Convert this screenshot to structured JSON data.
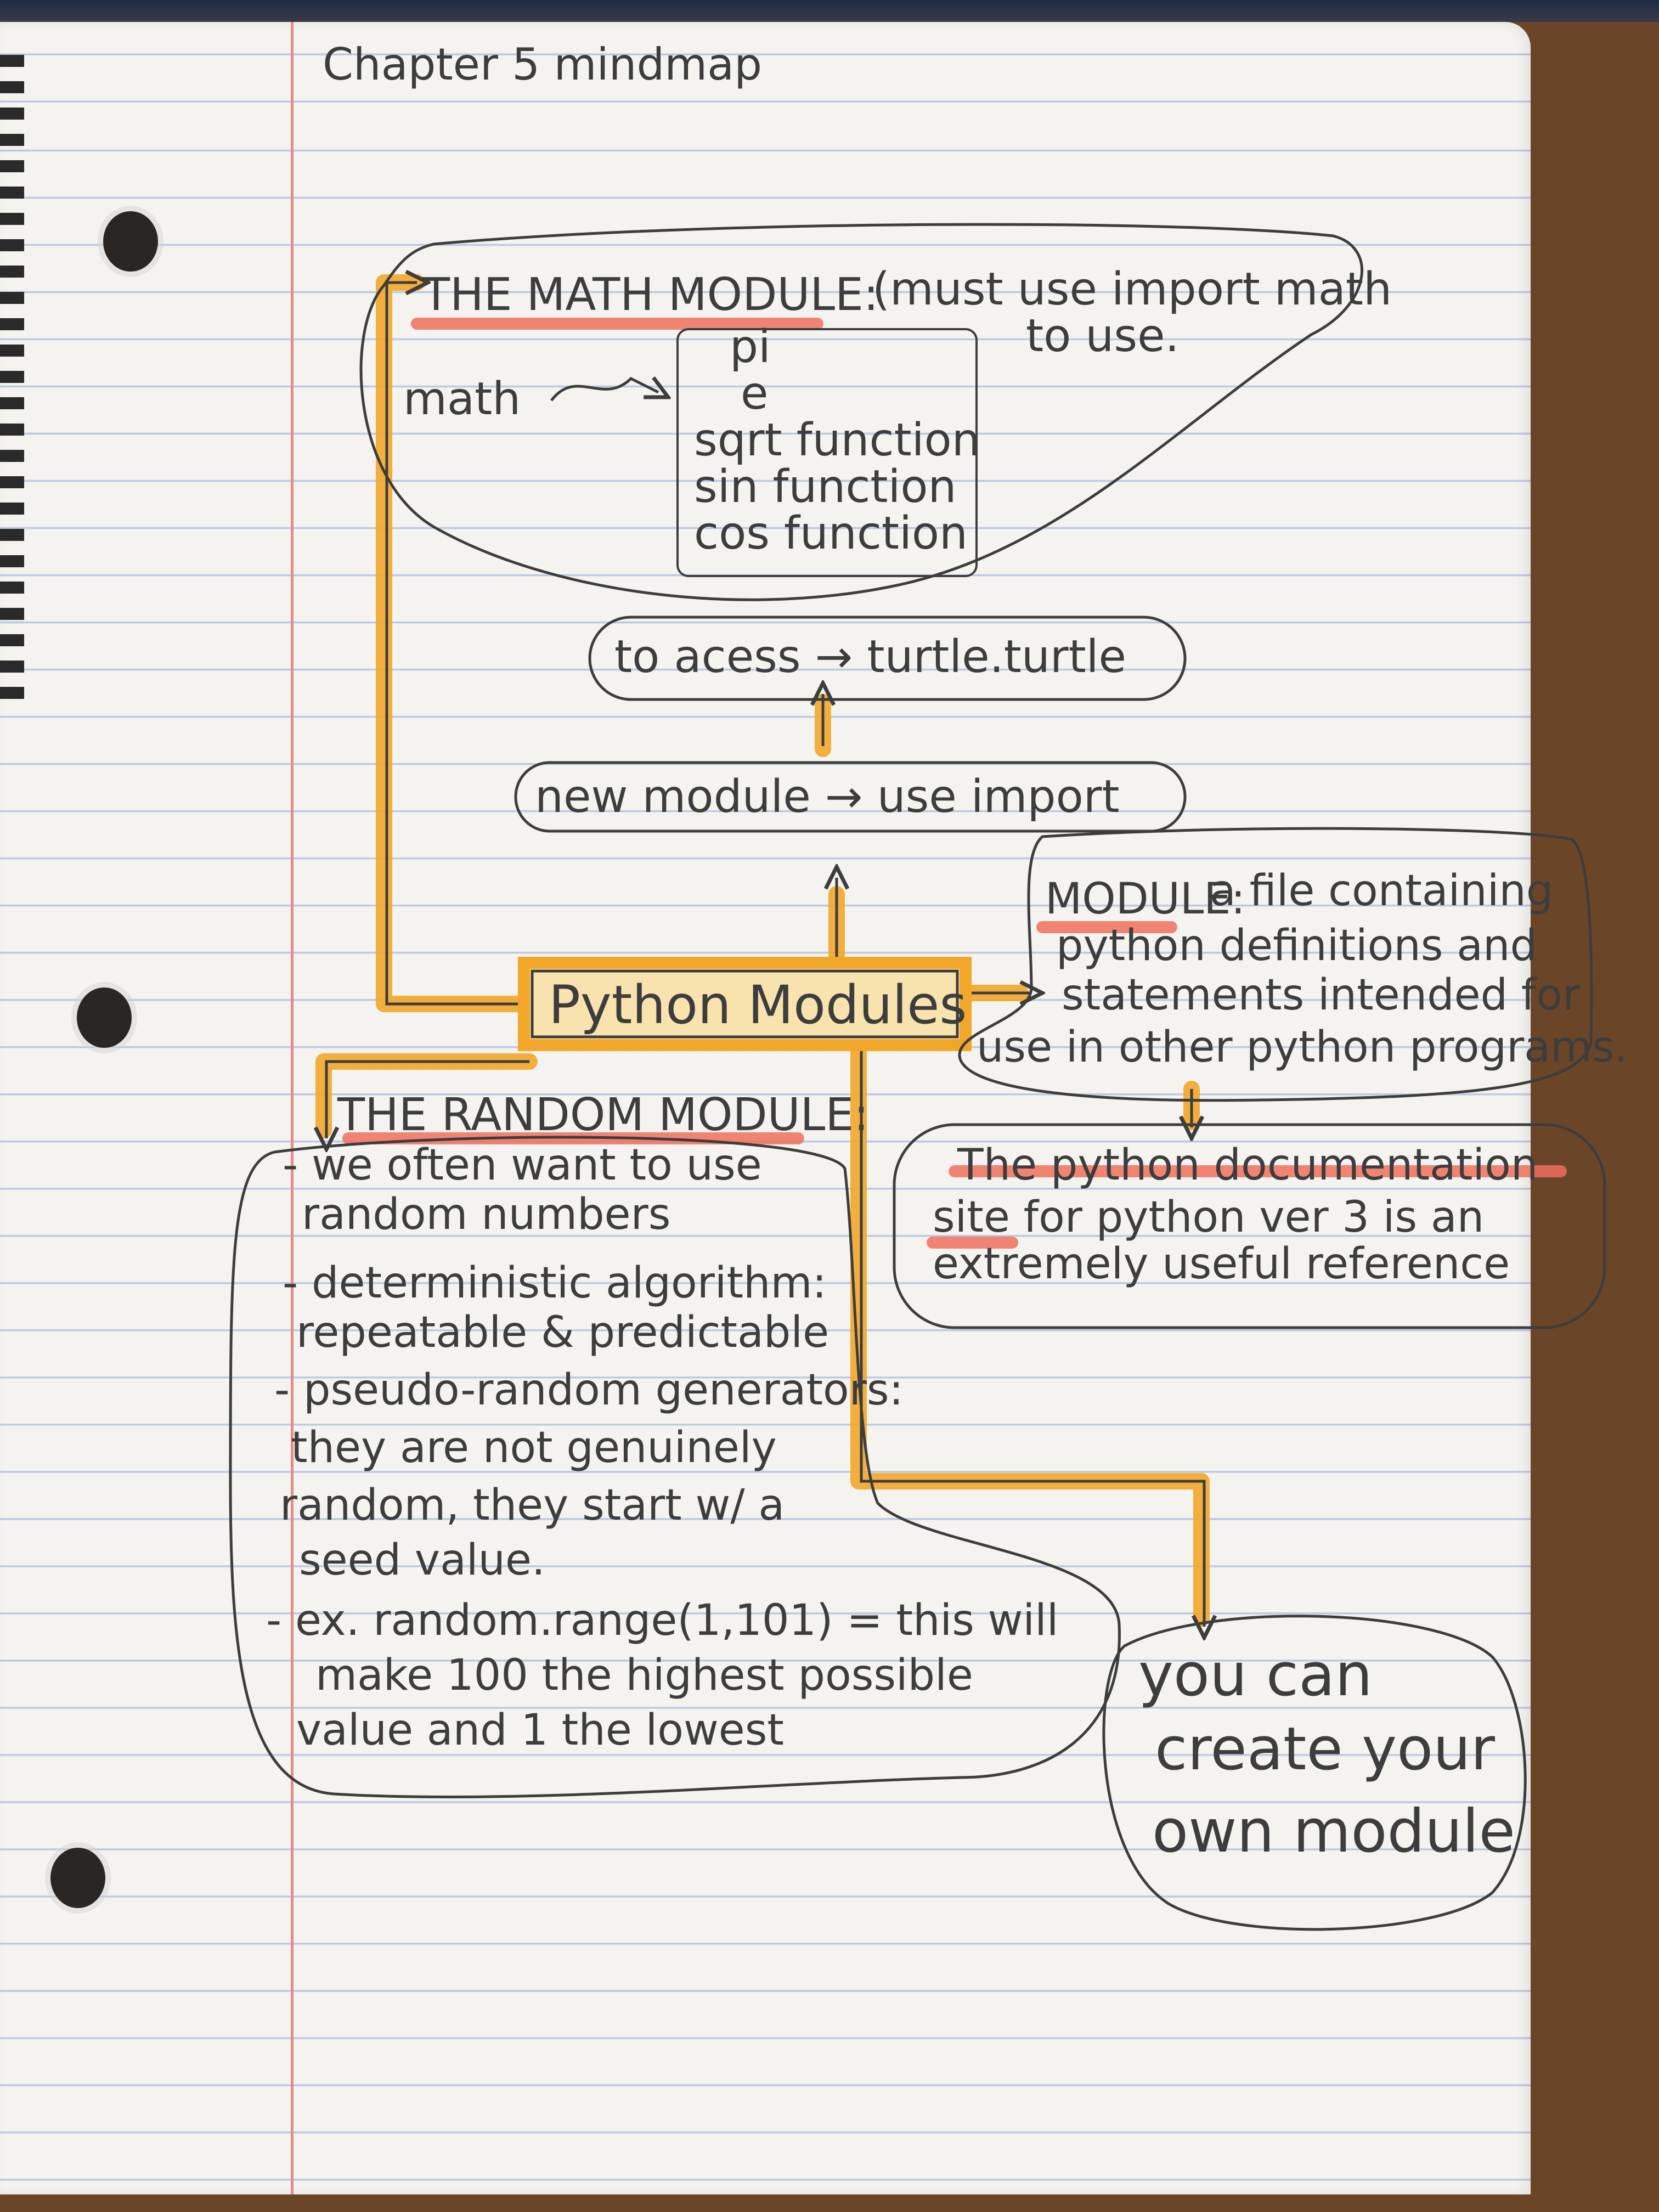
{
  "page": {
    "title": "Chapter 5 mindmap"
  },
  "center": {
    "label": "Python Modules"
  },
  "math_module": {
    "heading": "THE MATH MODULE:",
    "note_line1": "(must use import math",
    "note_line2": "to use.",
    "source_label": "math",
    "items": [
      "pi",
      "e",
      "sqrt function",
      "sin function",
      "cos function"
    ]
  },
  "turtle_box": {
    "text": "to acess → turtle.turtle"
  },
  "import_box": {
    "text": "new module → use import"
  },
  "definition_box": {
    "term": "MODULE:",
    "line1_rest": "a file containing",
    "line2": "python definitions and",
    "line3": "statements intended for",
    "line4": "use in other python programs."
  },
  "docs_box": {
    "line1": "The python documentation",
    "line2": "site for python ver 3 is an",
    "line3": "extremely useful reference"
  },
  "random_module": {
    "heading": "THE RANDOM MODULE:",
    "lines": [
      "- we often want to use",
      "random numbers",
      "- deterministic algorithm:",
      "repeatable & predictable",
      "- pseudo-random generators:",
      "they are not genuinely",
      "random, they start w/ a",
      "seed value.",
      "- ex. random.range(1,101) = this will",
      "make 100 the highest possible",
      "value and 1 the lowest"
    ]
  },
  "own_module_box": {
    "lines": [
      "you can",
      "create your",
      "own module"
    ]
  },
  "colors": {
    "ink": "#3d3d3d",
    "highlighter_orange": "#f2a72a",
    "highlighter_red": "#ee6f5c",
    "margin_red": "#e58b8b",
    "rule_blue": "#b9c6df"
  }
}
